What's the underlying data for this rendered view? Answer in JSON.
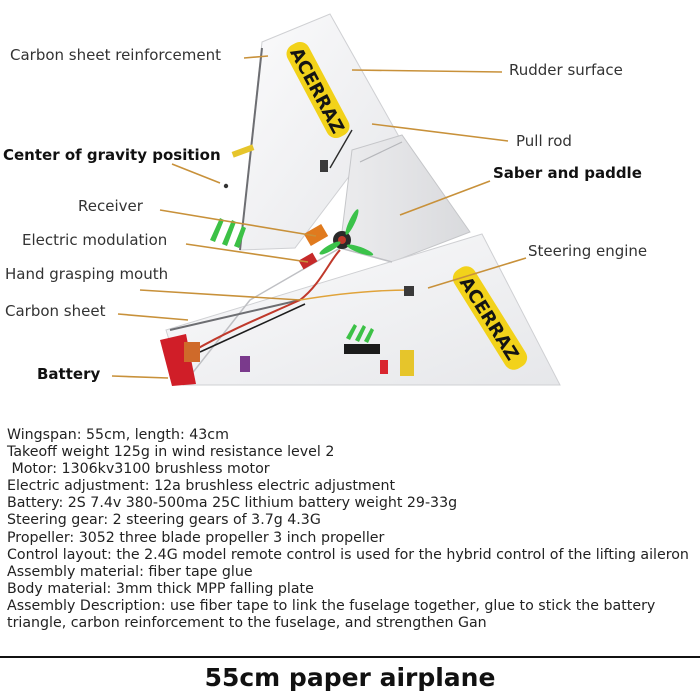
{
  "labels": {
    "carbon_sheet_reinforcement": "Carbon sheet reinforcement",
    "rudder_surface": "Rudder surface",
    "pull_rod": "Pull rod",
    "center_of_gravity": "Center of gravity position",
    "saber_and_paddle": "Saber and paddle",
    "receiver": "Receiver",
    "electric_modulation": "Electric modulation",
    "steering_engine": "Steering engine",
    "hand_grasping_mouth": "Hand grasping mouth",
    "carbon_sheet": "Carbon sheet",
    "battery": "Battery"
  },
  "decals": {
    "brand": "ACERRAZ"
  },
  "specs": [
    "Wingspan: 55cm, length: 43cm",
    "Takeoff weight 125g in wind resistance level 2",
    " Motor: 1306kv3100 brushless motor",
    "Electric adjustment: 12a brushless electric adjustment",
    "Battery: 2S 7.4v 380-500ma 25C lithium battery weight 29-33g",
    "Steering gear: 2 steering gears of 3.7g 4.3G",
    "Propeller: 3052 three blade propeller 3 inch propeller",
    "Control layout: the 2.4G model remote control is used for the hybrid control of the lifting aileron",
    "Assembly material: fiber tape glue",
    "Body material: 3mm thick MPP falling plate",
    "Assembly Description: use fiber tape to link the fuselage together, glue to stick the battery triangle, carbon reinforcement to the fuselage, and strengthen Gan"
  ],
  "footer": "55cm paper airplane",
  "colors": {
    "leader_line": "#c8913a",
    "wing": "#f3f3f4",
    "decal_yellow": "#f2d21a",
    "battery_red": "#d01e28",
    "propeller_green": "#3bc24a"
  }
}
